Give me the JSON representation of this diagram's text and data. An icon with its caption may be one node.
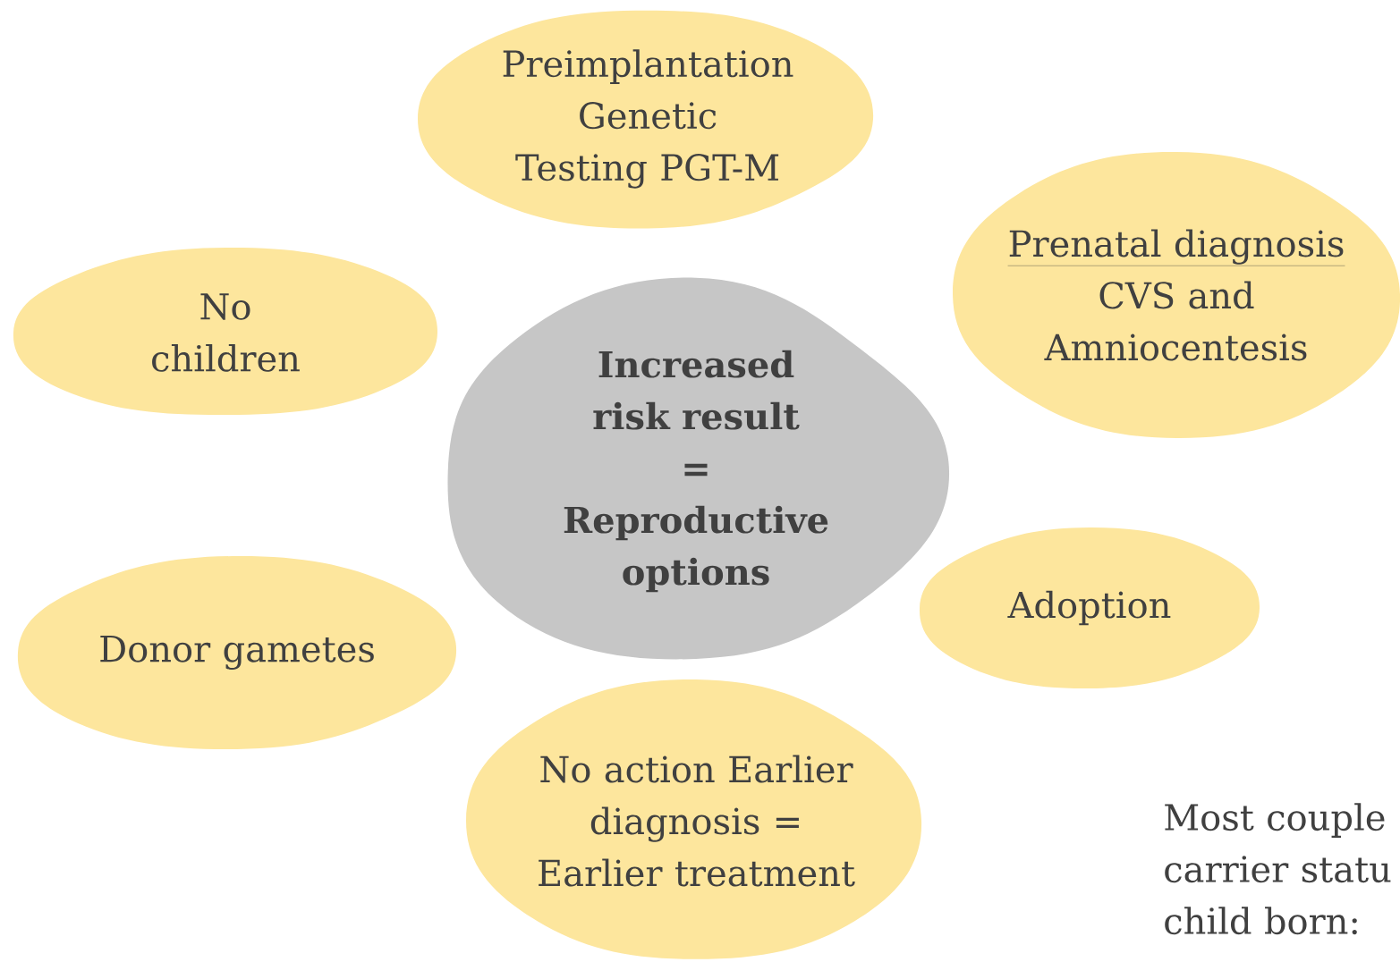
{
  "diagram": {
    "nodes": [
      {
        "text": [
          "Increased risk result",
          "=",
          "Reproductive options"
        ]
      },
      {
        "text": [
          "Preimplantation Genetic Testing PGT-M"
        ]
      },
      {
        "text": [
          "No children"
        ]
      },
      {
        "text": [
          "Prenatal diagnosis",
          "CVS and Amniocentesis"
        ]
      },
      {
        "text": [
          "Adoption"
        ]
      },
      {
        "text": [
          "Donor gametes"
        ]
      },
      {
        "text": [
          "No action Earlier diagnosis = Earlier treatment"
        ]
      }
    ],
    "labels": [
      "Most couple carrier statu child born:"
    ]
  }
}
